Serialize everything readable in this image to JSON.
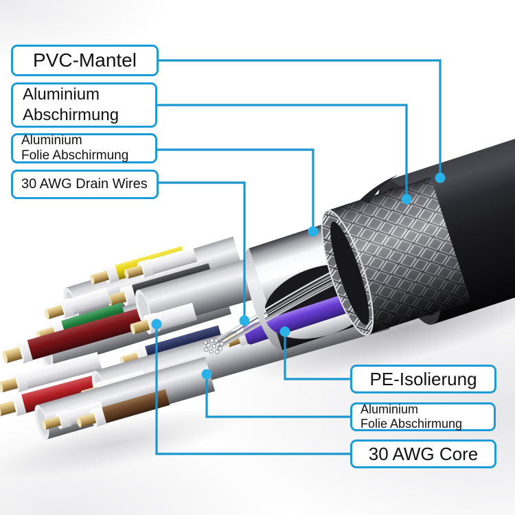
{
  "labels": {
    "pvc_mantel": "PVC-Mantel",
    "aluminium_abschirmung": [
      "Aluminium",
      "Abschirmung"
    ],
    "aluminium_folie_links": [
      "Aluminium",
      "Folie Abschirmung"
    ],
    "drain_wires": "30 AWG Drain Wires",
    "pe_isolierung": "PE-Isolierung",
    "aluminium_folie_rechts": [
      "Aluminium",
      "Folie Abschirmung"
    ],
    "awg_core": "30 AWG Core"
  },
  "palette": {
    "line_blue": "#1b96cf",
    "dot_blue": "#2ab1e8",
    "box_border_blue": "#1b9bd7",
    "jacket_black": "#1a1a1d",
    "braid_silver": "#c8cacf",
    "foil_silver": "#e8e9ee",
    "wire_yellow": "#e6d314",
    "wire_white": "#ededef",
    "wire_black": "#2d2d31",
    "wire_green": "#1d7d3c",
    "wire_dark_red": "#7c1418",
    "wire_red": "#b52026",
    "wire_navy": "#262e58",
    "wire_brown": "#6e472a",
    "wire_purple": "#6a3fd4",
    "conductor_brass": "#c9a869"
  }
}
